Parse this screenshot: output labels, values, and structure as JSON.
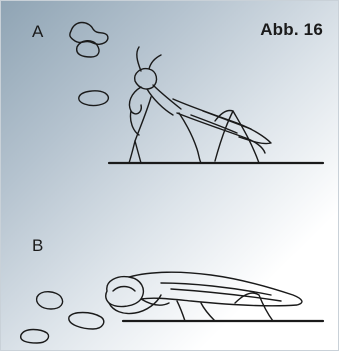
{
  "figure": {
    "title": "Abb. 16",
    "panels": [
      {
        "label": "A"
      },
      {
        "label": "B"
      }
    ]
  }
}
